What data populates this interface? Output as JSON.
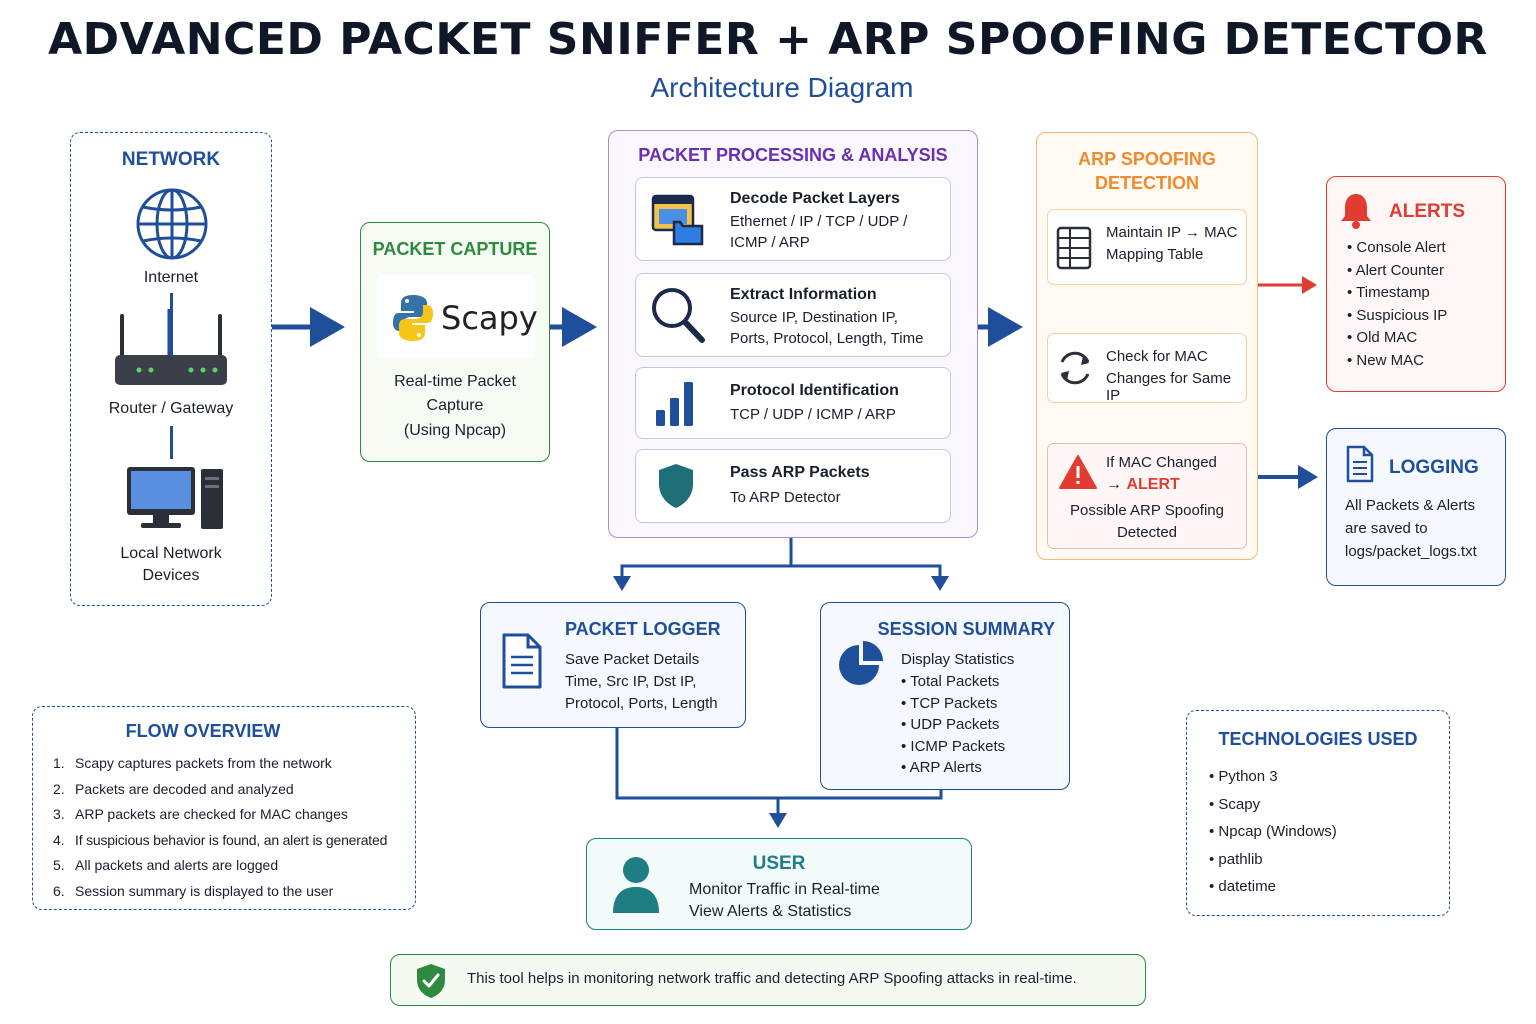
{
  "title": "ADVANCED PACKET SNIFFER  +  ARP SPOOFING DETECTOR",
  "subtitle": "Architecture Diagram",
  "network": {
    "heading": "NETWORK",
    "internet": "Internet",
    "router": "Router / Gateway",
    "devices_line1": "Local Network",
    "devices_line2": "Devices"
  },
  "capture": {
    "heading": "PACKET CAPTURE",
    "logo_text": "Scapy",
    "desc_line1": "Real-time Packet",
    "desc_line2": "Capture",
    "desc_line3": "(Using Npcap)"
  },
  "processing": {
    "heading": "PACKET PROCESSING & ANALYSIS",
    "cards": [
      {
        "title": "Decode Packet Layers",
        "line1": "Ethernet / IP / TCP / UDP /",
        "line2": "ICMP / ARP",
        "icon": "folder-window-icon"
      },
      {
        "title": "Extract Information",
        "line1": "Source IP, Destination IP,",
        "line2": "Ports, Protocol, Length, Time",
        "icon": "magnifier-icon"
      },
      {
        "title": "Protocol Identification",
        "line1": "TCP / UDP / ICMP / ARP",
        "line2": "",
        "icon": "bar-chart-icon"
      },
      {
        "title": "Pass ARP Packets",
        "line1": "To ARP Detector",
        "line2": "",
        "icon": "shield-icon"
      }
    ]
  },
  "arp": {
    "heading_line1": "ARP SPOOFING",
    "heading_line2": "DETECTION",
    "step1_line1": "Maintain IP → MAC",
    "step1_line2": "Mapping Table",
    "step2_line1": "Check for MAC",
    "step2_line2": "Changes for Same IP",
    "step3_line1": "If MAC Changed",
    "step3_arrow": "→ ",
    "step3_alert": "ALERT",
    "step3_line3": "Possible ARP Spoofing",
    "step3_line4": "Detected"
  },
  "alerts": {
    "heading": "ALERTS",
    "items": [
      "Console Alert",
      "Alert Counter",
      "Timestamp",
      "Suspicious IP",
      "Old MAC",
      "New MAC"
    ]
  },
  "logging": {
    "heading": "LOGGING",
    "line1": "All Packets & Alerts",
    "line2": "are saved to",
    "line3": "logs/packet_logs.txt"
  },
  "packet_logger": {
    "heading": "PACKET LOGGER",
    "line1": "Save Packet Details",
    "line2": "Time, Src IP, Dst IP,",
    "line3": "Protocol, Ports, Length"
  },
  "session": {
    "heading": "SESSION SUMMARY",
    "subheading": "Display Statistics",
    "items": [
      "Total Packets",
      "TCP Packets",
      "UDP Packets",
      "ICMP Packets",
      "ARP Alerts"
    ]
  },
  "user": {
    "heading": "USER",
    "line1": "Monitor Traffic in Real-time",
    "line2": "View Alerts & Statistics"
  },
  "flow": {
    "heading": "FLOW OVERVIEW",
    "items": [
      "Scapy captures packets from the network",
      "Packets are decoded and analyzed",
      "ARP packets are checked for MAC changes",
      "If suspicious behavior is found, an alert is generated",
      "All packets and alerts are logged",
      "Session summary is displayed to the user"
    ]
  },
  "tech": {
    "heading": "TECHNOLOGIES USED",
    "items": [
      "Python 3",
      "Scapy",
      "Npcap (Windows)",
      "pathlib",
      "datetime"
    ]
  },
  "footer": {
    "text": "This tool helps in monitoring network traffic and detecting ARP Spoofing attacks in real-time."
  },
  "colors": {
    "navy": "#1f4e9a",
    "green": "#2e8a3e",
    "purple": "#6a2fb0",
    "orange": "#f08a2c",
    "red": "#e23b30",
    "teal": "#1f7d84"
  }
}
